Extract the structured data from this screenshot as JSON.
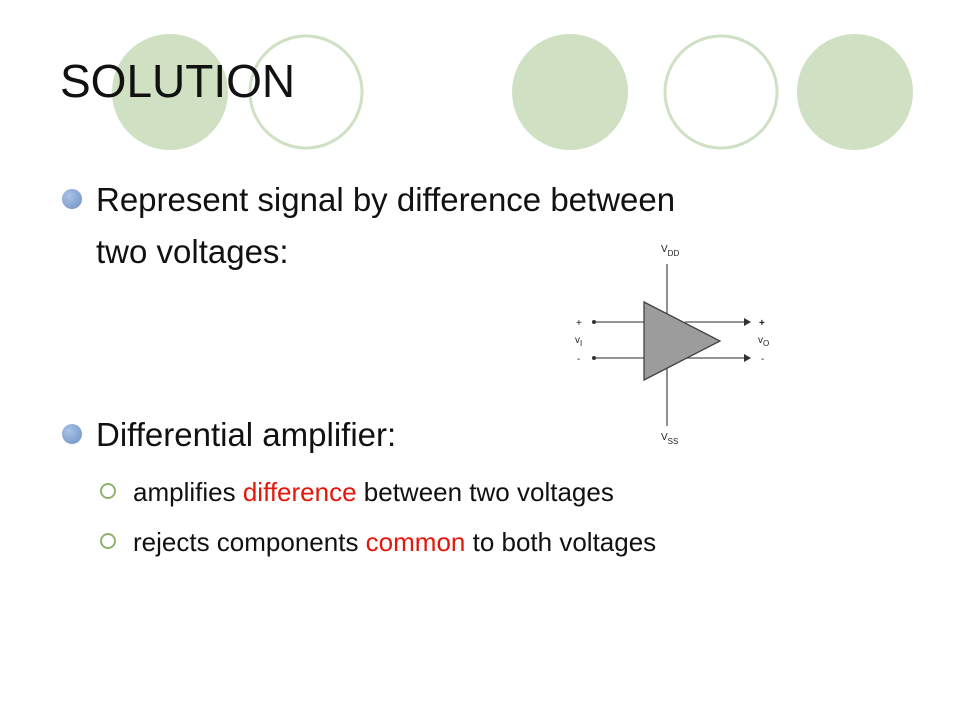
{
  "slide": {
    "title": "SOLUTION",
    "bullets": [
      {
        "line1": "Represent signal by difference between",
        "line2": "two voltages:"
      },
      {
        "text": "Differential amplifier:"
      }
    ],
    "sub_bullets": [
      {
        "before": "amplifies ",
        "highlight": "difference",
        "after": " between two voltages"
      },
      {
        "before": "rejects components ",
        "highlight": "common",
        "after": " to both voltages"
      }
    ],
    "colors": {
      "highlight": "#e3170a",
      "decor_green": "#cfe0c3",
      "bullet_blue": "#7f9fcf",
      "sub_bullet_green": "#8fb26a"
    }
  },
  "circuit": {
    "vdd": {
      "base": "V",
      "sub": "DD"
    },
    "vss": {
      "base": "V",
      "sub": "SS"
    },
    "vi": {
      "base": "v",
      "sub": "I"
    },
    "vo": {
      "base": "v",
      "sub": "O"
    },
    "plus": "+",
    "minus": "-"
  }
}
